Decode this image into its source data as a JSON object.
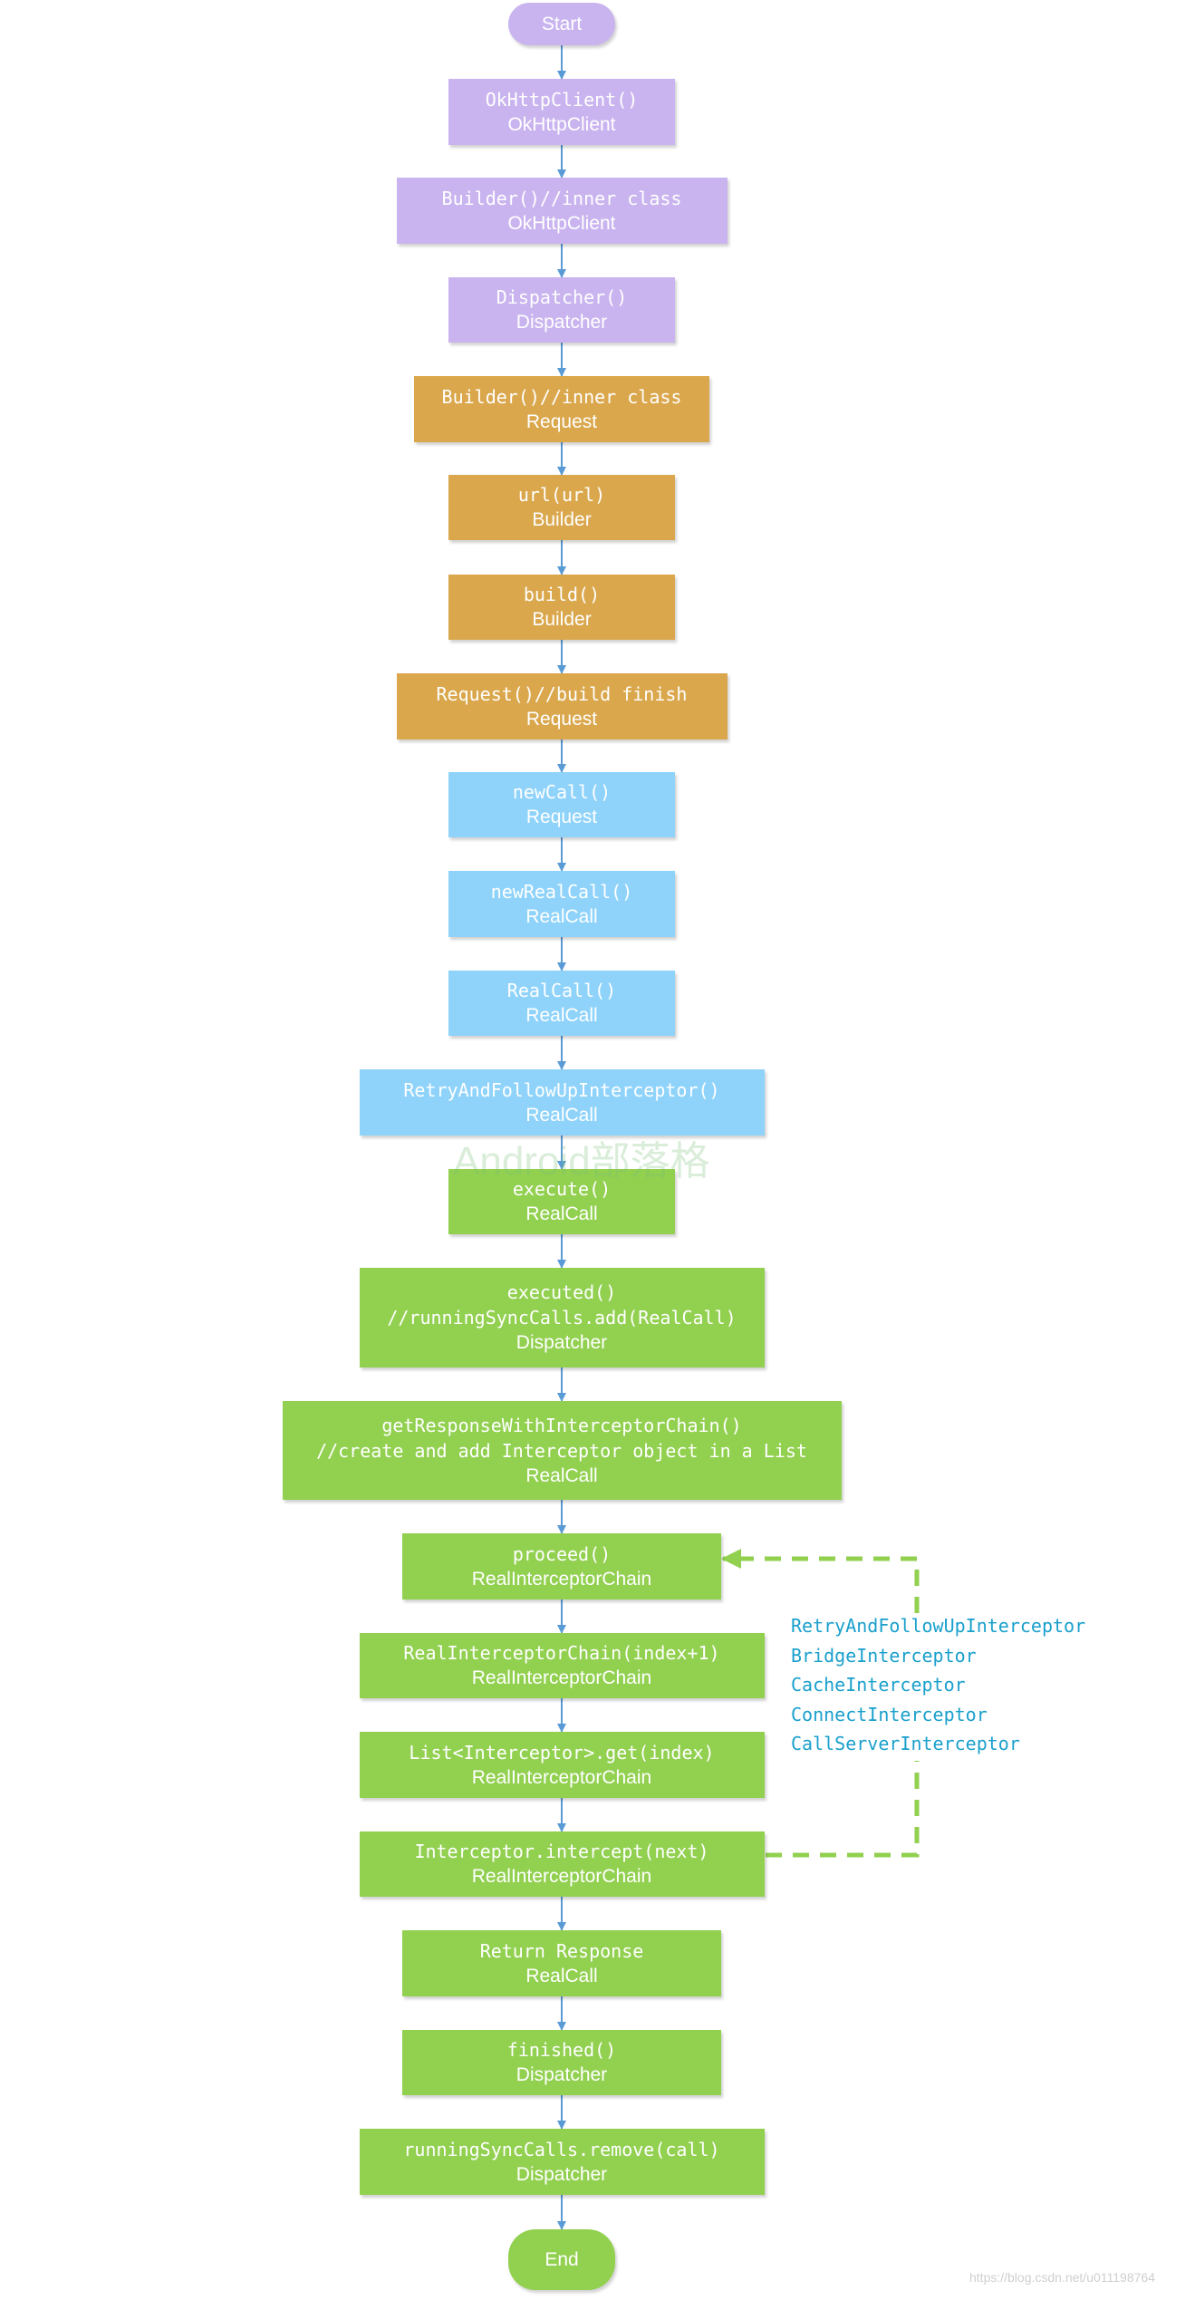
{
  "colors": {
    "purple": "#c9b4ef",
    "orange": "#daa74c",
    "blue": "#8fd3fb",
    "green": "#92d050",
    "arrow": "#5b9bd5",
    "loop": "#92d050",
    "interceptor_text": "#1aa0cc"
  },
  "nodes": [
    {
      "id": "start",
      "lines": [
        "Start"
      ]
    },
    {
      "id": "okhttpclient-ctor",
      "lines": [
        "OkHttpClient()",
        "OkHttpClient"
      ]
    },
    {
      "id": "client-builder",
      "lines": [
        "Builder()//inner class",
        "OkHttpClient"
      ]
    },
    {
      "id": "dispatcher-ctor",
      "lines": [
        "Dispatcher()",
        "Dispatcher"
      ]
    },
    {
      "id": "request-builder",
      "lines": [
        "Builder()//inner class",
        "Request"
      ]
    },
    {
      "id": "builder-url",
      "lines": [
        "url(url)",
        "Builder"
      ]
    },
    {
      "id": "builder-build",
      "lines": [
        "build()",
        "Builder"
      ]
    },
    {
      "id": "request-ctor",
      "lines": [
        "Request()//build finish",
        "Request"
      ]
    },
    {
      "id": "new-call",
      "lines": [
        "newCall()",
        "Request"
      ]
    },
    {
      "id": "new-real-call",
      "lines": [
        "newRealCall()",
        "RealCall"
      ]
    },
    {
      "id": "real-call-ctor",
      "lines": [
        "RealCall()",
        "RealCall"
      ]
    },
    {
      "id": "retry-interceptor-ctor",
      "lines": [
        "RetryAndFollowUpInterceptor()",
        "RealCall"
      ]
    },
    {
      "id": "execute",
      "lines": [
        "execute()",
        "RealCall"
      ]
    },
    {
      "id": "executed",
      "lines": [
        "executed()",
        "//runningSyncCalls.add(RealCall)",
        "Dispatcher"
      ]
    },
    {
      "id": "get-response-chain",
      "lines": [
        "getResponseWithInterceptorChain()",
        "//create and add Interceptor object in a List",
        "RealCall"
      ]
    },
    {
      "id": "proceed",
      "lines": [
        "proceed()",
        "RealInterceptorChain"
      ]
    },
    {
      "id": "chain-ctor-next",
      "lines": [
        "RealInterceptorChain(index+1)",
        "RealInterceptorChain"
      ]
    },
    {
      "id": "list-get-index",
      "lines": [
        "List<Interceptor>.get(index)",
        "RealInterceptorChain"
      ]
    },
    {
      "id": "intercept-next",
      "lines": [
        "Interceptor.intercept(next)",
        "RealInterceptorChain"
      ]
    },
    {
      "id": "return-response",
      "lines": [
        "Return Response",
        "RealCall"
      ]
    },
    {
      "id": "finished",
      "lines": [
        "finished()",
        "Dispatcher"
      ]
    },
    {
      "id": "remove-call",
      "lines": [
        "runningSyncCalls.remove(call)",
        "Dispatcher"
      ]
    },
    {
      "id": "end",
      "lines": [
        "End"
      ]
    }
  ],
  "interceptors": [
    "RetryAndFollowUpInterceptor",
    "BridgeInterceptor",
    "CacheInterceptor",
    "ConnectInterceptor",
    "CallServerInterceptor"
  ],
  "watermark": "Android部落格",
  "footer_url": "https://blog.csdn.net/u011198764"
}
